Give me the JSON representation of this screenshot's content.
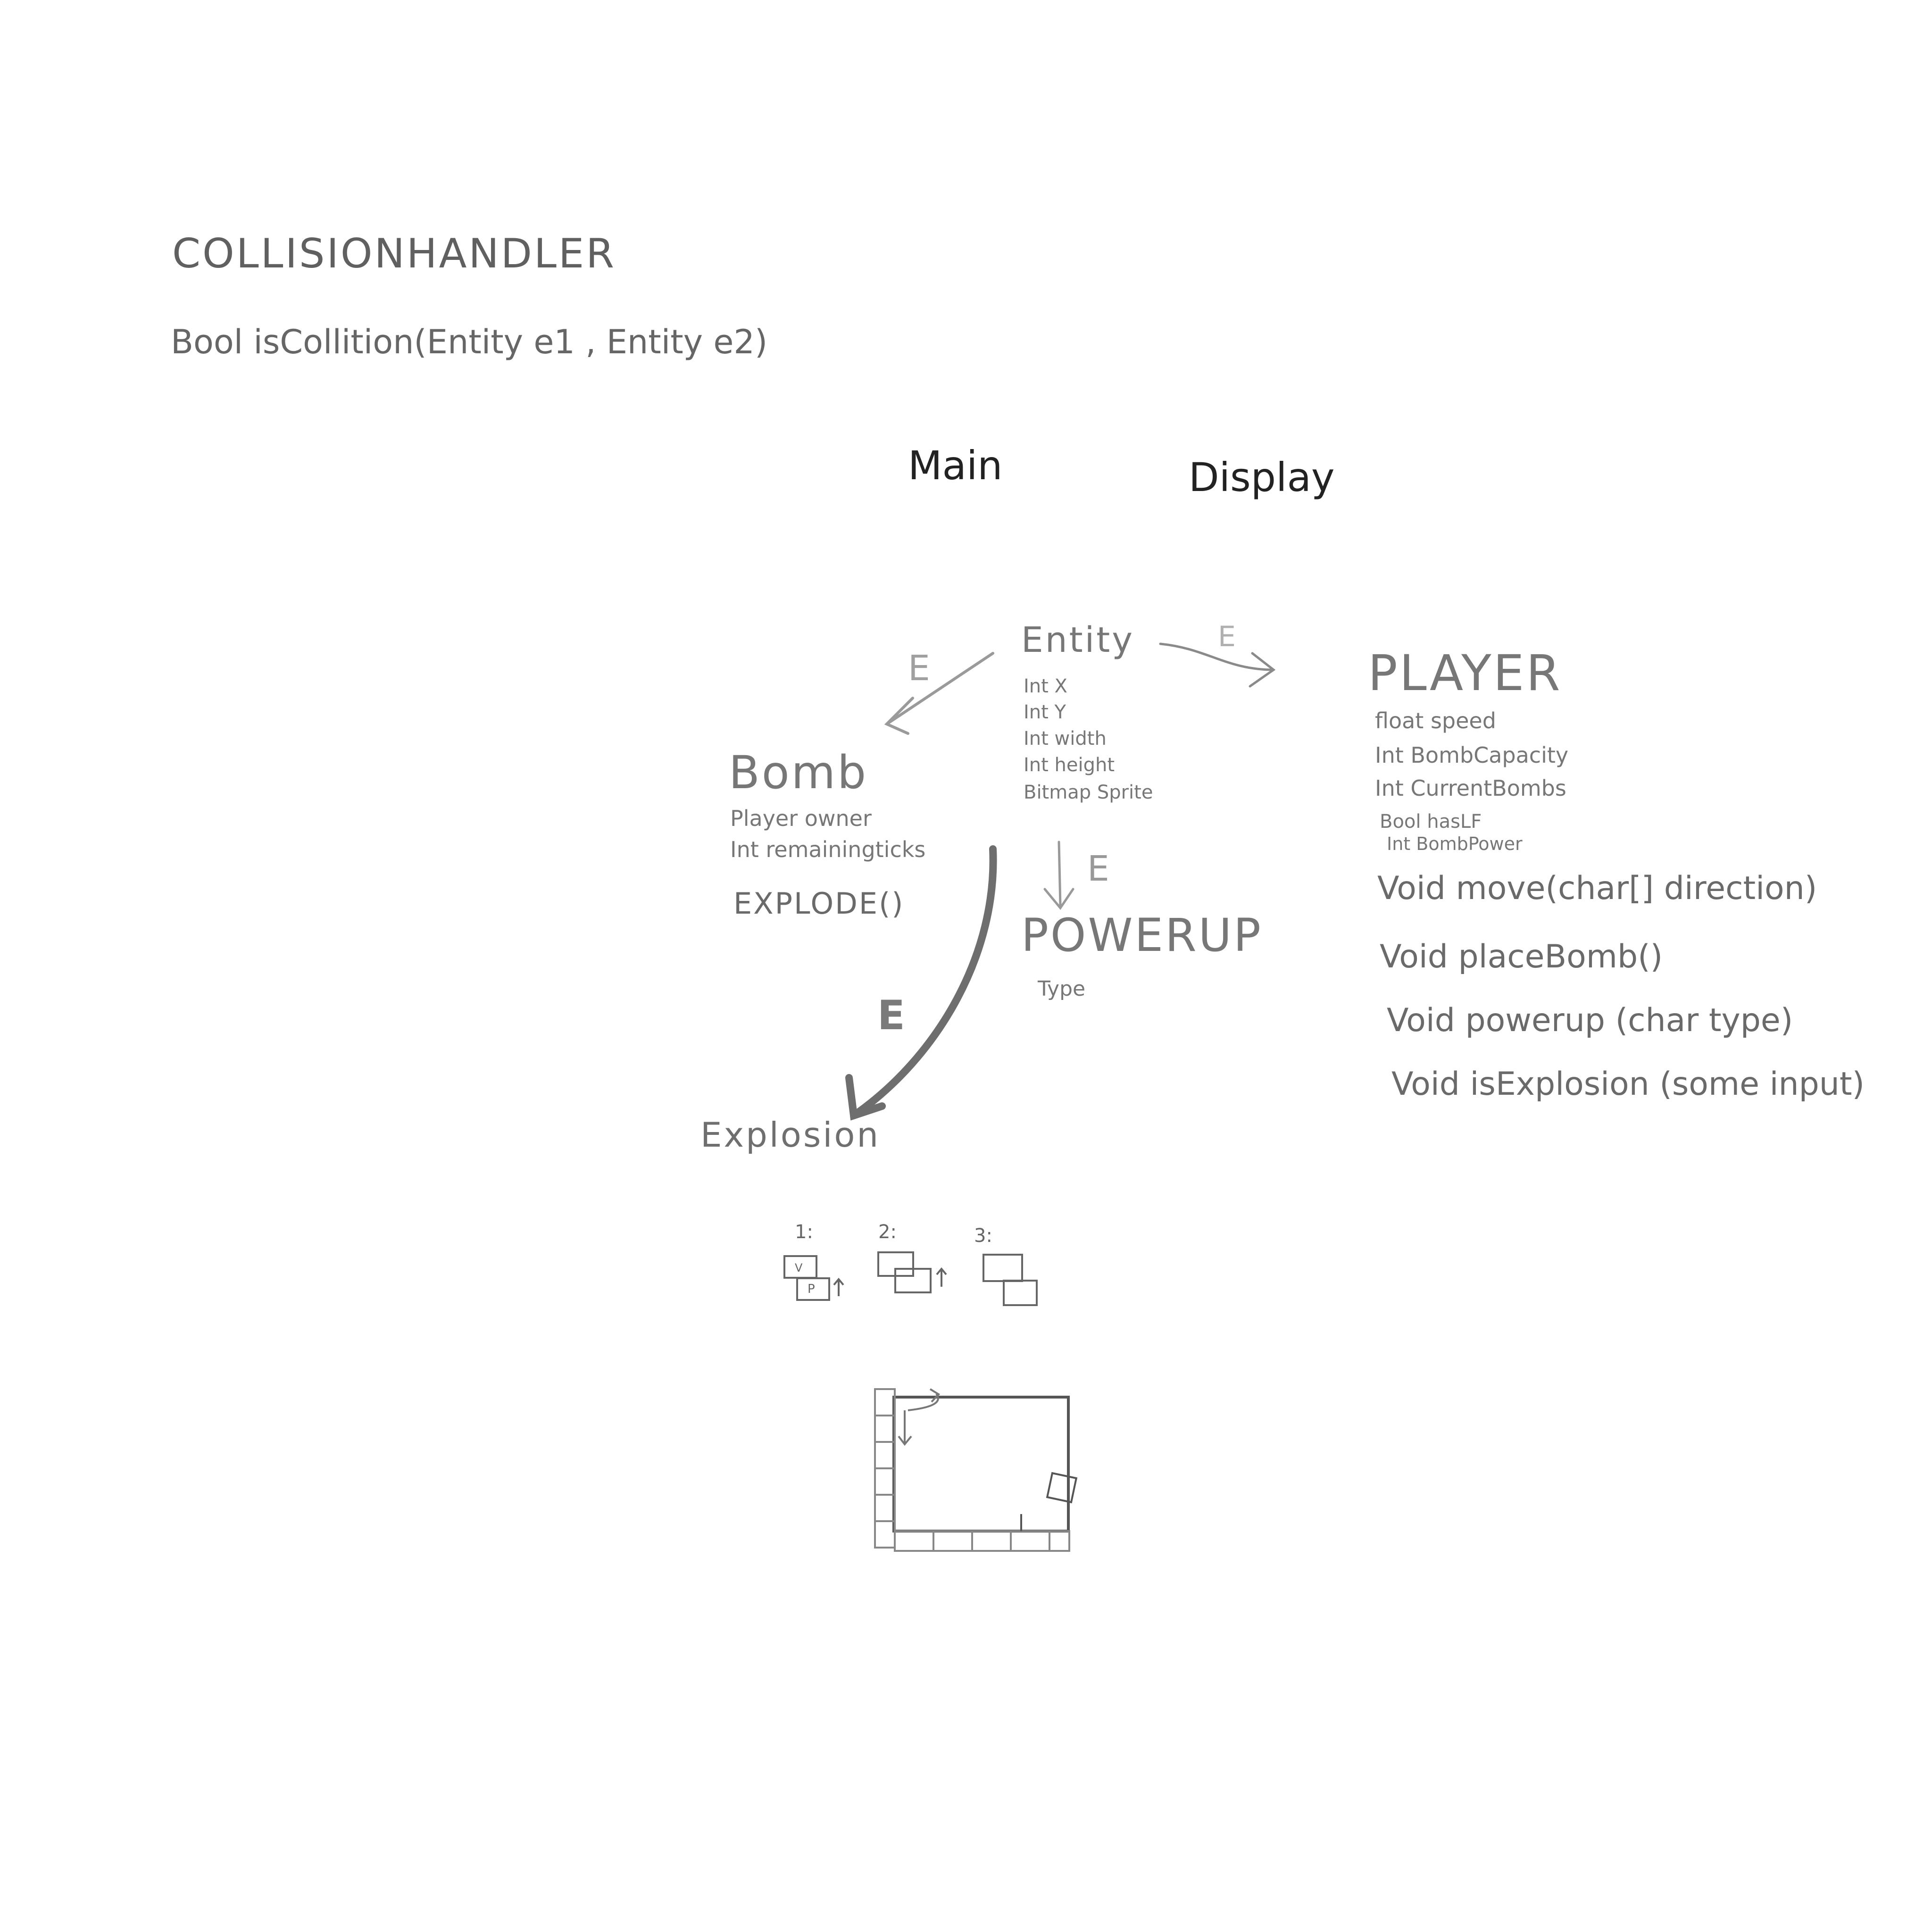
{
  "collision_handler": {
    "title": "COLLISIONHANDLER",
    "signature": "Bool isCollition(Entity e1 , Entity e2)"
  },
  "modules": {
    "main": "Main",
    "display": "Display"
  },
  "entity": {
    "title": "Entity",
    "fields": [
      "Int X",
      "Int Y",
      "Int width",
      "Int height",
      "Bitmap Sprite"
    ]
  },
  "bomb": {
    "title": "Bomb",
    "fields": [
      "Player owner",
      "Int remainingticks"
    ],
    "methods": [
      "EXPLODE()"
    ]
  },
  "player": {
    "title": "PLAYER",
    "fields": [
      "float speed",
      "Int BombCapacity",
      "Int CurrentBombs",
      "Bool hasLF",
      "Int BombPower"
    ],
    "methods": [
      "Void move(char[] direction)",
      "Void placeBomb()",
      "Void powerup (char type)",
      "Void isExplosion (some input)"
    ]
  },
  "powerup": {
    "title": "POWERUP",
    "fields": [
      "Type"
    ]
  },
  "explosion": {
    "title": "Explosion"
  },
  "edge_labels": {
    "entity_bomb": "E",
    "entity_player": "E",
    "entity_powerup": "E",
    "bomb_explosion": "E"
  },
  "collision_cases": {
    "labels": [
      "1:",
      "2:",
      "3:"
    ],
    "case1_box_top": "V",
    "case1_box_bottom": "P"
  }
}
